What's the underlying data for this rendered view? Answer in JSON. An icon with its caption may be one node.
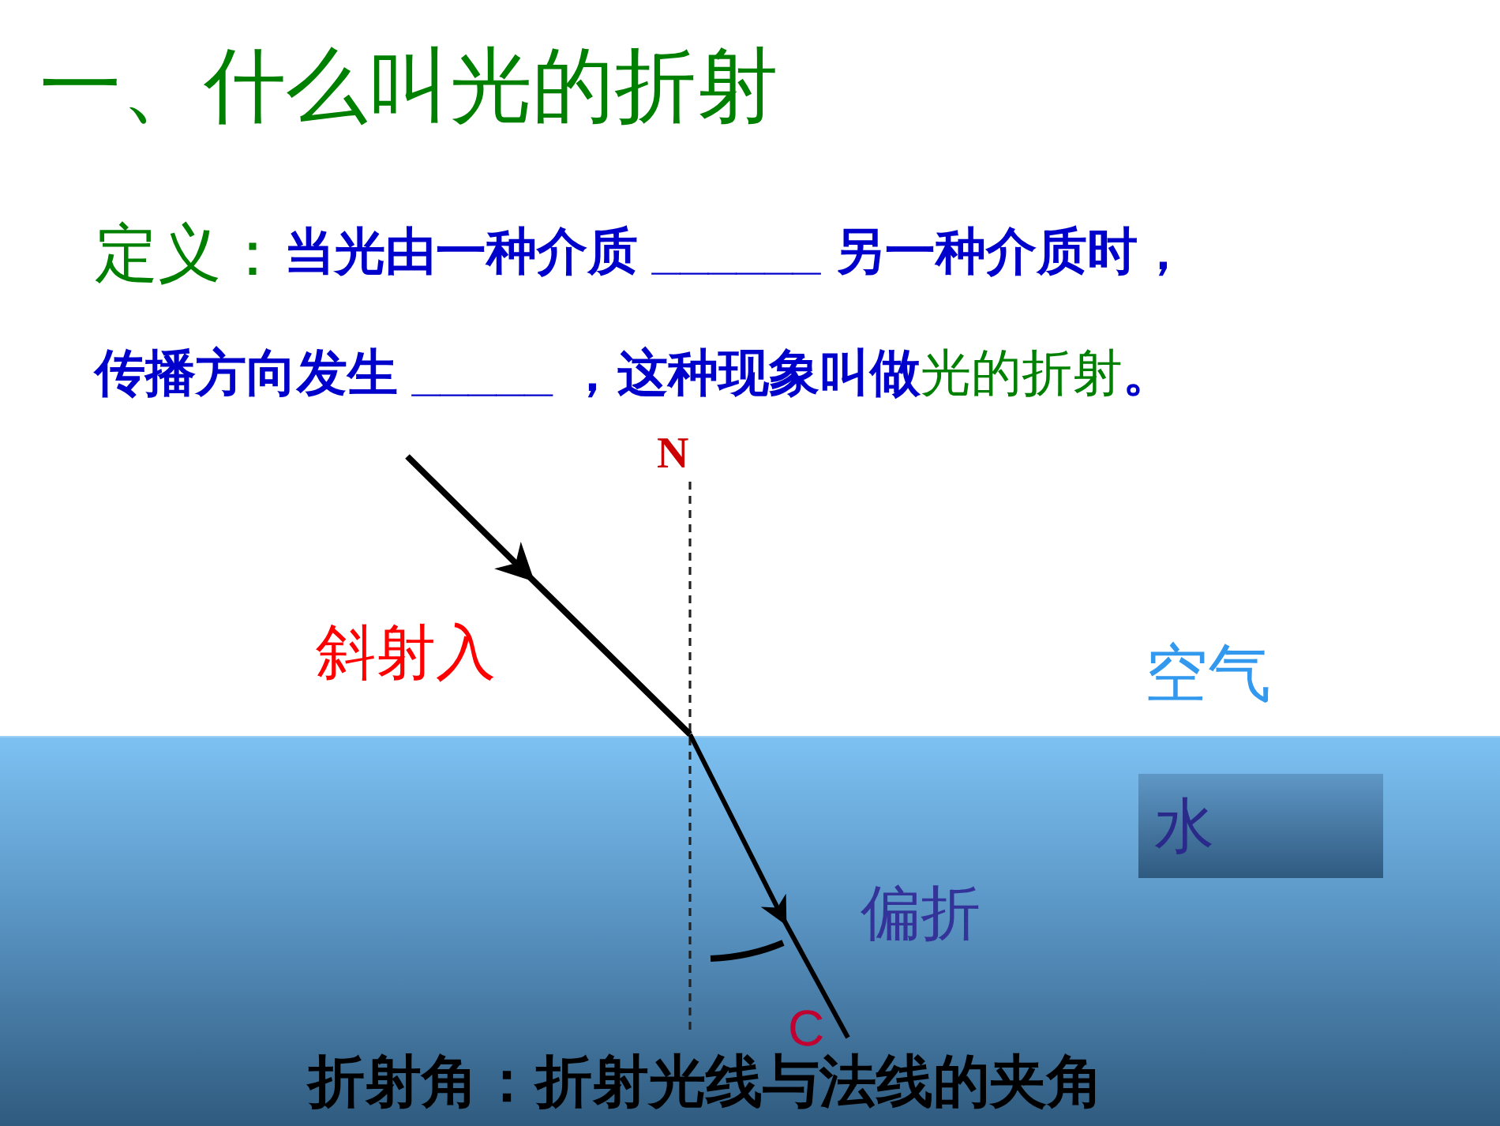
{
  "diagram": {
    "title": "一、什么叫光的折射",
    "nodes": [
      {
        "text": [
          "水"
        ]
      }
    ],
    "labels": [
      "定义：",
      "当光由一种介质 ______ 另一种介质时，",
      "传播方向发生 _____ ，这种现象叫做",
      "光的折射",
      "。",
      "N",
      "斜射入",
      "空气",
      "偏折",
      "C",
      "折射角：折射光线与法线的夹角"
    ]
  }
}
